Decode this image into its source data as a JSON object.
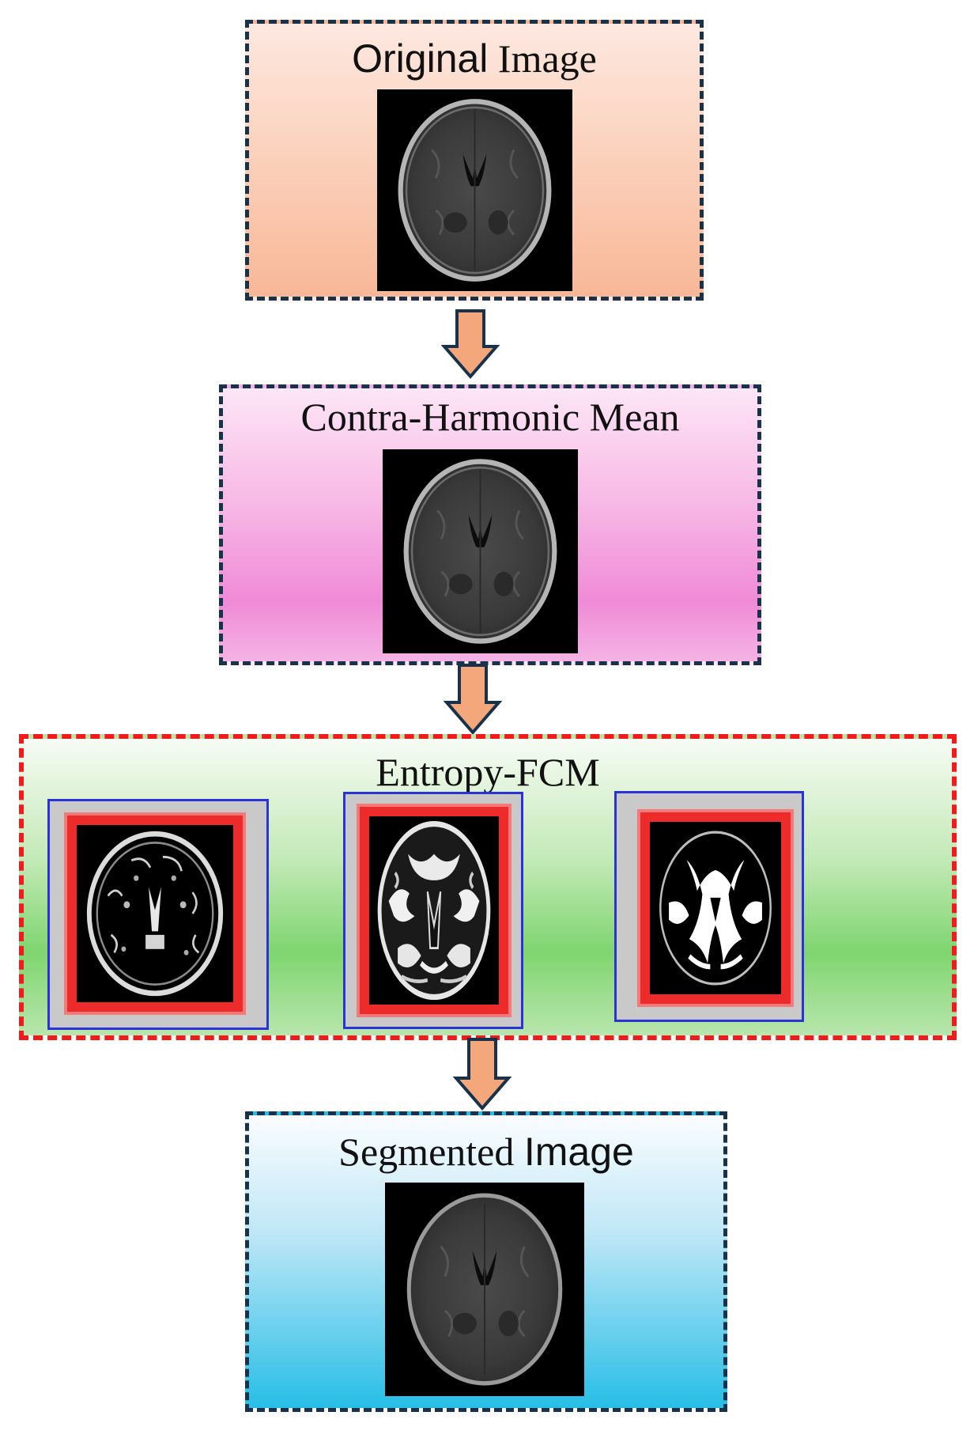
{
  "stages": {
    "original": {
      "title_sans": "Original",
      "title_serif": " Image"
    },
    "chm": {
      "title": "Contra-Harmonic Mean"
    },
    "fcm": {
      "title": "Entropy-FCM"
    },
    "segmented": {
      "title_serif": "Segmented ",
      "title_sans": "Image"
    }
  },
  "colors": {
    "stage_border": "#17324a",
    "fcm_border": "#f21b1b",
    "arrow_fill": "#f4a77a",
    "arrow_stroke": "#17324a",
    "cluster_border": "#2a33d6",
    "cluster_frame": "#ee2b2b"
  },
  "icons": {
    "mri": "brain-mri-axial-slice",
    "arrow": "down-arrow"
  }
}
